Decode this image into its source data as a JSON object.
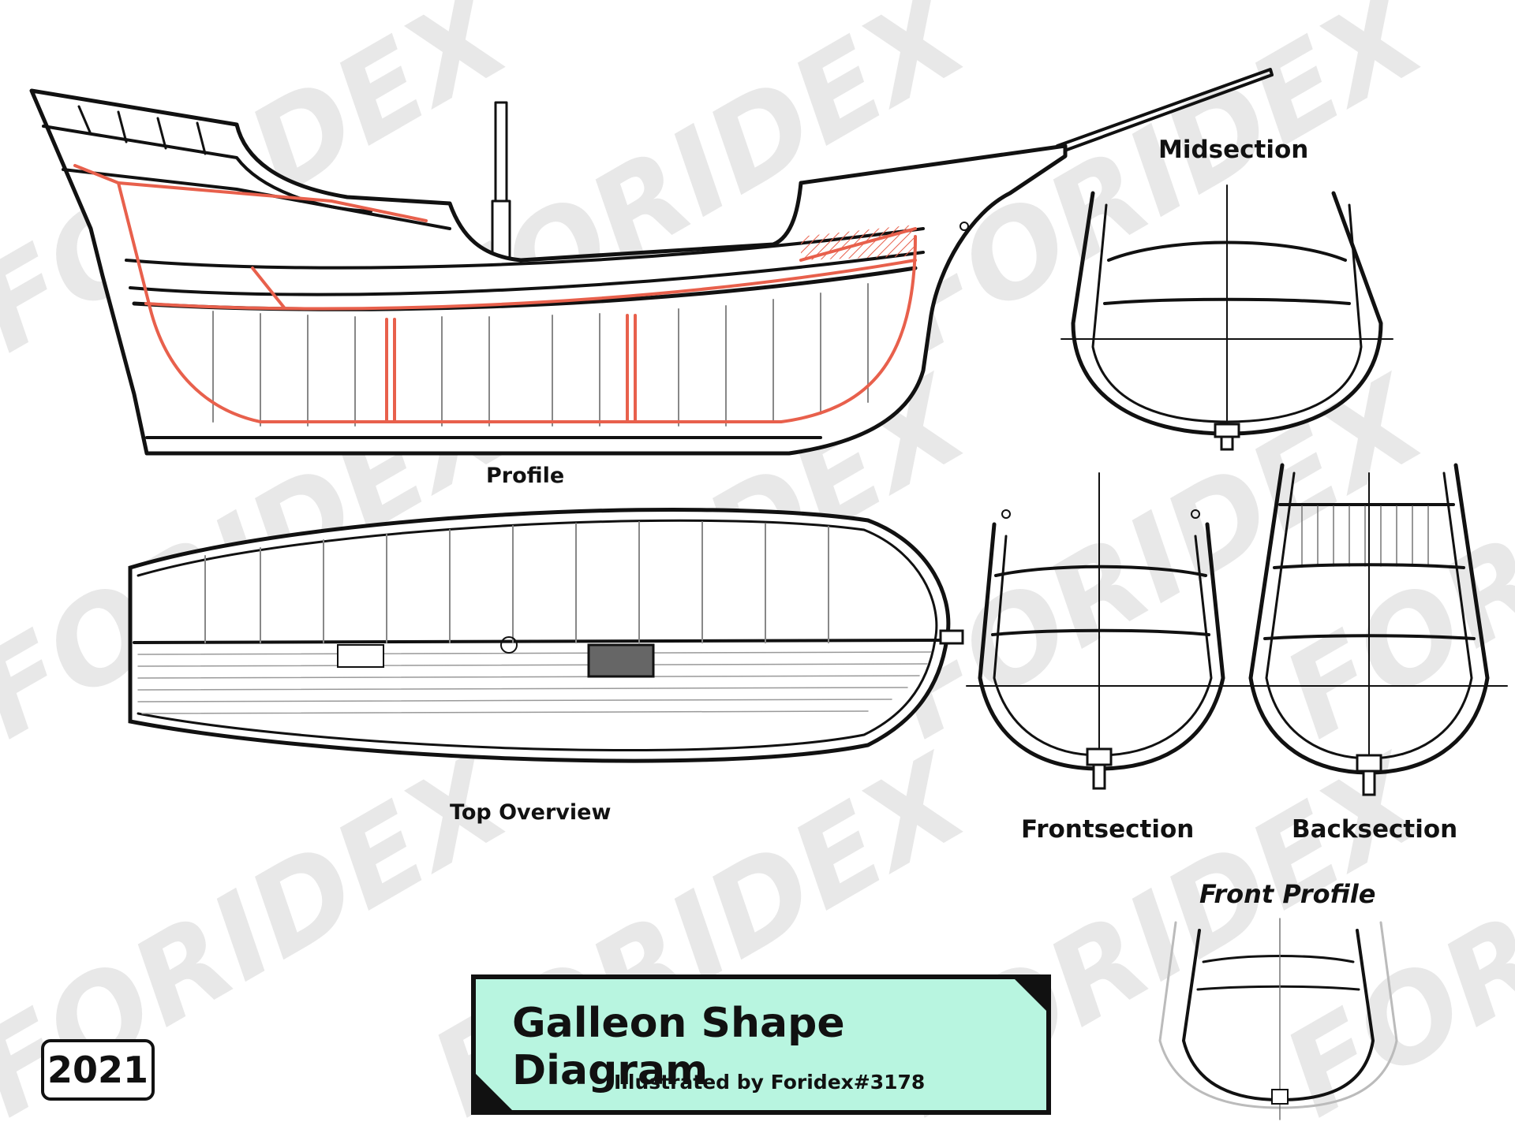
{
  "title": "Galleon Shape Diagram",
  "credit": "Illustrated by Foridex#3178",
  "year": "2021",
  "views": {
    "profile": "Profile",
    "top_overview": "Top Overview",
    "midsection": "Midsection",
    "frontsection": "Frontsection",
    "backsection": "Backsection",
    "front_profile": "Front Profile"
  },
  "watermark": "FORIDEX",
  "colors": {
    "title_bg": "#b8f5e0",
    "highlight": "#e8604c",
    "line": "#111111"
  }
}
